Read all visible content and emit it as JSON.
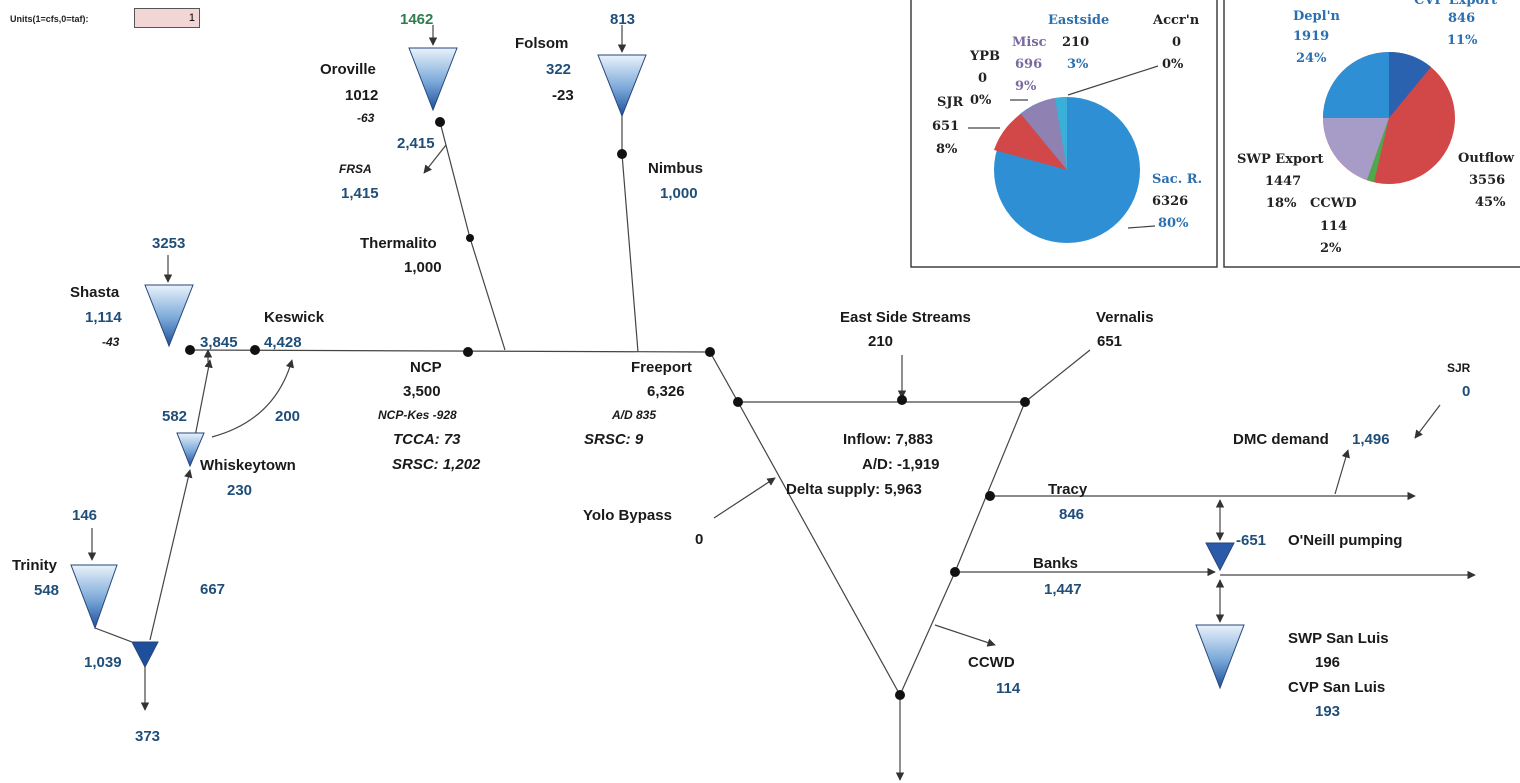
{
  "units": {
    "label": "Units(1=cfs,0=taf):",
    "value": "1"
  },
  "reservoirs": {
    "shasta": {
      "name": "Shasta",
      "inflow": "3253",
      "release": "1,114",
      "delta": "-43"
    },
    "oroville": {
      "name": "Oroville",
      "inflow": "1462",
      "release": "1012",
      "delta": "-63"
    },
    "folsom": {
      "name": "Folsom",
      "inflow": "813",
      "release": "322",
      "delta": "-23"
    },
    "trinity": {
      "name": "Trinity",
      "inflow": "146",
      "release": "548"
    },
    "whiskeytown": {
      "name": "Whiskeytown",
      "release": "230"
    },
    "swp_san_luis": {
      "name": "SWP San Luis",
      "value": "196"
    },
    "cvp_san_luis": {
      "name": "CVP San Luis",
      "value": "193"
    }
  },
  "flows": {
    "keswick": {
      "name": "Keswick",
      "value": "4,428"
    },
    "keswick_in": "3,845",
    "spring_creek": "200",
    "whiskey_in": "582",
    "trinity_out": "667",
    "lewiston": "1,039",
    "trinity_river": "373",
    "feather": "2,415",
    "frsa": {
      "name": "FRSA",
      "value": "1,415"
    },
    "thermalito": {
      "name": "Thermalito",
      "value": "1,000"
    },
    "nimbus": {
      "name": "Nimbus",
      "value": "1,000"
    },
    "ncp": {
      "name": "NCP",
      "value": "3,500",
      "ncp_kes": "NCP-Kes -928",
      "tcca": "TCCA: 73",
      "srsc": "SRSC: 1,202"
    },
    "freeport": {
      "name": "Freeport",
      "value": "6,326",
      "ad": "A/D 835",
      "srsc": "SRSC: 9"
    },
    "yolo": {
      "name": "Yolo Bypass",
      "value": "0"
    },
    "east_side": {
      "name": "East Side Streams",
      "value": "210"
    },
    "vernalis": {
      "name": "Vernalis",
      "value": "651"
    },
    "inflow": "Inflow: 7,883",
    "ad": "A/D: -1,919",
    "delta_supply": "Delta supply: 5,963",
    "tracy": {
      "name": "Tracy",
      "value": "846"
    },
    "banks": {
      "name": "Banks",
      "value": "1,447"
    },
    "ccwd": {
      "name": "CCWD",
      "value": "114"
    },
    "oneill": {
      "name": "O'Neill pumping",
      "value": "-651"
    },
    "dmc": {
      "name": "DMC demand",
      "value": "1,496"
    },
    "sjr": {
      "name": "SJR",
      "value": "0"
    }
  },
  "pie_inflow": {
    "labels": {
      "sac": [
        "Sac. R.",
        "6326",
        "80%"
      ],
      "sjr": [
        "SJR",
        "651",
        "8%"
      ],
      "ypb": [
        "YPB",
        "0",
        "0%"
      ],
      "misc": [
        "Misc",
        "696",
        "9%"
      ],
      "eastside": [
        "Eastside",
        "210",
        "3%"
      ],
      "accrn": [
        "Accr'n",
        "0",
        "0%"
      ]
    },
    "colors": {
      "sac": "#2e8fd4",
      "sjr": "#d24848",
      "misc": "#8f82b3",
      "eastside": "#3ab0d8"
    }
  },
  "pie_outflow": {
    "labels": {
      "depln": [
        "Depl'n",
        "1919",
        "24%"
      ],
      "cvp": [
        "CVP Export",
        "846",
        "11%"
      ],
      "outflow": [
        "Outflow",
        "3556",
        "45%"
      ],
      "swp": [
        "SWP Export",
        "1447",
        "18%"
      ],
      "ccwd": [
        "CCWD",
        "114",
        "2%"
      ]
    },
    "colors": {
      "depln": "#2e8fd4",
      "cvp": "#2a62b0",
      "outflow": "#d24848",
      "swp": "#a79cc8",
      "ccwd": "#4caa4c"
    }
  }
}
